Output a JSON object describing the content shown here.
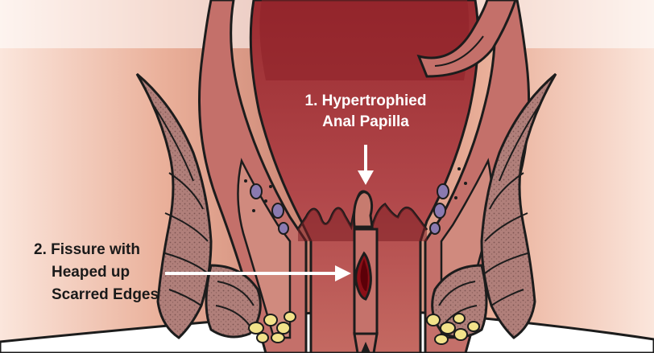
{
  "labels": {
    "papilla_line1": "1. Hypertrophied",
    "papilla_line2": "Anal Papilla",
    "fissure_line1": "2. Fissure with",
    "fissure_line2": "Heaped up",
    "fissure_line3": "Scarred Edges"
  },
  "colors": {
    "background_skin": "#f2c8b6",
    "canal": "#a83a3e",
    "canal_dark": "#7d1f25",
    "mucosa_pink": "#c4706a",
    "muscle": "#b2847f",
    "fat": "#f2e28a",
    "fissure": "#8a0f17",
    "outline": "#1c1c1c",
    "text_light": "#ffffff",
    "text_dark": "#1a1a1a"
  }
}
